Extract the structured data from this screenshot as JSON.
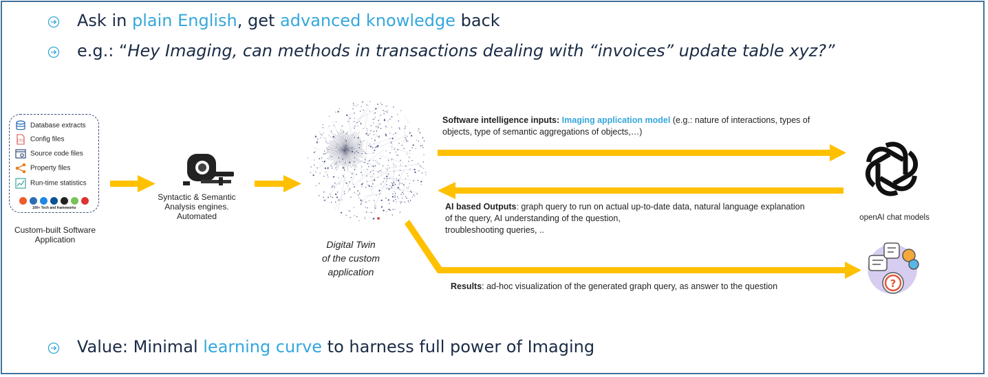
{
  "bullets": {
    "b1": {
      "part1": "Ask in ",
      "hl1": "plain English",
      "part2": ", get ",
      "hl2": "advanced knowledge",
      "part3": " back"
    },
    "b2": {
      "prefix": "e.g.: “",
      "italic": "Hey Imaging, can methods in transactions dealing with “invoices” update table xyz?”"
    },
    "b3": {
      "part1": "Value: Minimal ",
      "hl1": "learning curve",
      "part2": " to harness full power of Imaging"
    }
  },
  "sources": {
    "items": [
      {
        "label": "Database extracts",
        "icon": "database-icon"
      },
      {
        "label": "Config files",
        "icon": "config-file-icon"
      },
      {
        "label": "Source code files",
        "icon": "source-code-icon"
      },
      {
        "label": "Property files",
        "icon": "share-icon"
      },
      {
        "label": "Run-time statistics",
        "icon": "statistics-icon"
      }
    ],
    "tech_caption": "100+ Tech and frameworks",
    "caption_line1": "Custom-built Software",
    "caption_line2": "Application"
  },
  "engine": {
    "caption_line1": "Syntactic & Semantic",
    "caption_line2": "Analysis engines.",
    "caption_line3": "Automated",
    "icon": "scanner-icon"
  },
  "twin": {
    "caption_line1": "Digital Twin",
    "caption_line2": "of the custom",
    "caption_line3": "application",
    "icon": "graph-network-icon"
  },
  "flows": {
    "inputs": {
      "title": "Software intelligence inputs:",
      "highlight": "Imaging application model",
      "line1_rest": " (e.g.: nature of interactions, types of",
      "line2": "objects, type of semantic aggregations of objects,…)"
    },
    "outputs": {
      "title": "AI based Outputs",
      "line1_rest": ": graph query to run on actual up-to-date data, natural language explanation",
      "line2": "of the query, AI understanding of the question,",
      "line3": "troubleshooting queries, .."
    },
    "results": {
      "title": "Results",
      "rest": ": ad-hoc visualization of the generated graph query, as answer to the question"
    }
  },
  "openai": {
    "caption": "openAI chat models",
    "icon": "openai-logo-icon"
  },
  "visualization": {
    "icon": "question-visualization-icon"
  },
  "colors": {
    "arrow": "#ffc000",
    "highlight": "#35a7dc",
    "border": "#41719c",
    "text_dark": "#1a2b44",
    "dash_border": "#334a78",
    "tech_dots": [
      "#f05a28",
      "#2d6db5",
      "#1e88e5",
      "#0b5394",
      "#222222",
      "#78c257",
      "#dd3333"
    ]
  }
}
